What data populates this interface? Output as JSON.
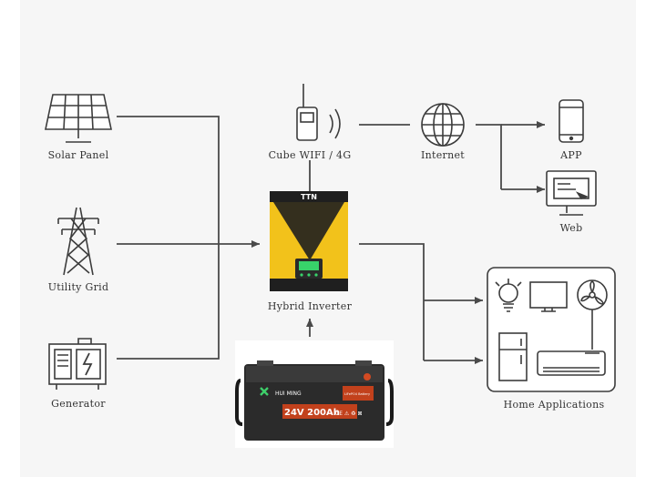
{
  "colors": {
    "line": "#4a4a4a",
    "icon": "#3c3c3c",
    "background": "#f6f6f6",
    "inverter_yellow": "#f2c21b",
    "inverter_black": "#1f1f1f",
    "battery_body": "#2b2b2b",
    "battery_label": "#c2411c"
  },
  "nodes": {
    "solar_panel": {
      "label": "Solar Panel",
      "icon": "solar-panel-icon"
    },
    "utility_grid": {
      "label": "Utility Grid",
      "icon": "power-tower-icon"
    },
    "generator": {
      "label": "Generator",
      "icon": "generator-icon"
    },
    "wifi": {
      "label": "Cube WIFI / 4G",
      "icon": "wifi-antenna-icon"
    },
    "internet": {
      "label": "Internet",
      "icon": "globe-icon"
    },
    "app": {
      "label": "APP",
      "icon": "smartphone-icon"
    },
    "web": {
      "label": "Web",
      "icon": "monitor-icon"
    },
    "inverter": {
      "label": "Hybrid Inverter",
      "brand": "TTN"
    },
    "home": {
      "label": "Home Applications",
      "icons": [
        "light-bulb-icon",
        "tv-icon",
        "fan-icon",
        "fridge-icon",
        "air-conditioner-icon"
      ]
    },
    "battery": {
      "brand": "HUI MING",
      "model": "24V 200Ah",
      "tag": "LiFePO4 Battery",
      "marks": "CE ⚠ ♻ ⊠"
    }
  }
}
